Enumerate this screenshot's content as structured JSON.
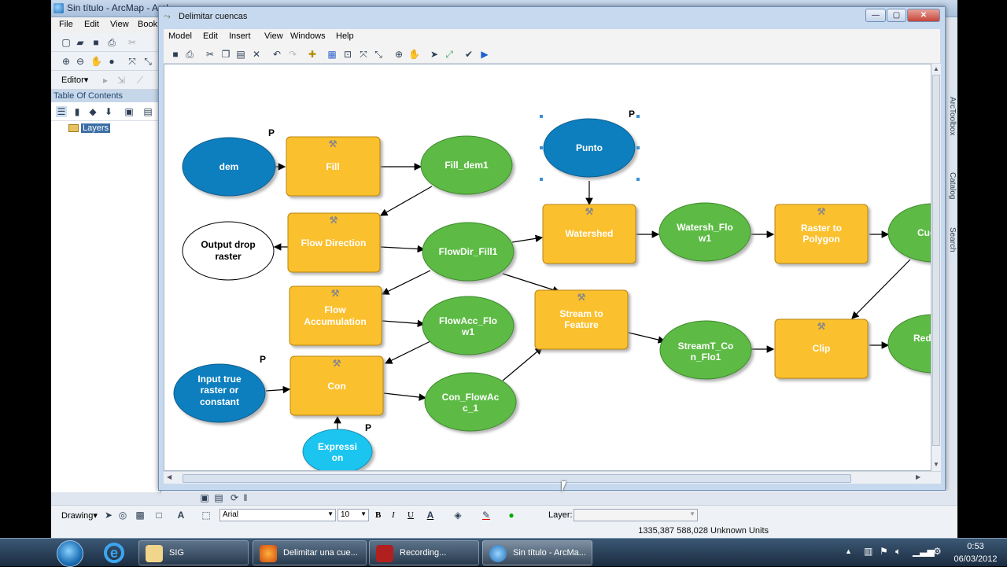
{
  "arcmap": {
    "title": "Sin título - ArcMap - ArcI",
    "menu": [
      "File",
      "Edit",
      "View",
      "Book"
    ],
    "editor_label": "Editor▾",
    "toc_title": "Table Of Contents",
    "layers_label": "Layers",
    "right_tabs": [
      "ArcToolbox",
      "Catalog",
      "Search"
    ]
  },
  "modelbuilder": {
    "title": "Delimitar cuencas",
    "menu": [
      "Model",
      "Edit",
      "Insert",
      "View",
      "Windows",
      "Help"
    ]
  },
  "diagram": {
    "nodes": {
      "dem": "dem",
      "fill": "Fill",
      "fill_dem1": "Fill_dem1",
      "punto": "Punto",
      "output_drop_1": "Output drop",
      "output_drop_2": "raster",
      "flow_direction": "Flow Direction",
      "flowdir_fill1": "FlowDir_Fill1",
      "watershed": "Watershed",
      "watersh_1": "Watersh_Flo",
      "watersh_2": "w1",
      "raster_poly_1": "Raster to",
      "raster_poly_2": "Polygon",
      "cue": "Cue",
      "flow_acc_1": "Flow",
      "flow_acc_2": "Accumulation",
      "flowacc_1": "FlowAcc_Flo",
      "flowacc_2": "w1",
      "stream_1": "Stream to",
      "stream_2": "Feature",
      "streamt_1": "StreamT_Co",
      "streamt_2": "n_Flo1",
      "clip": "Clip",
      "red_1": "Red_",
      "red_2": "",
      "input_1": "Input true",
      "input_2": "raster or",
      "input_3": "constant",
      "con": "Con",
      "con_flow_1": "Con_FlowAc",
      "con_flow_2": "c_1",
      "expr_1": "Expressi",
      "expr_2": "on",
      "p": "P"
    },
    "colors": {
      "input_blue": "#0d7fbf",
      "tool_yellow": "#fbc02d",
      "output_green": "#5dbb45",
      "expr_cyan": "#1ec5f0"
    }
  },
  "drawing_bar": {
    "drawing_label": "Drawing▾",
    "font": "Arial",
    "size": "10",
    "bold": "B",
    "italic": "I",
    "underline": "U",
    "layer_label": "Layer:"
  },
  "status": {
    "coords": "1335,387  588,028 Unknown Units"
  },
  "taskbar": {
    "items": [
      "SIG",
      "Delimitar una cue...",
      "Recording...",
      "Sin título - ArcMa..."
    ],
    "time": "0:53",
    "date": "06/03/2012"
  }
}
